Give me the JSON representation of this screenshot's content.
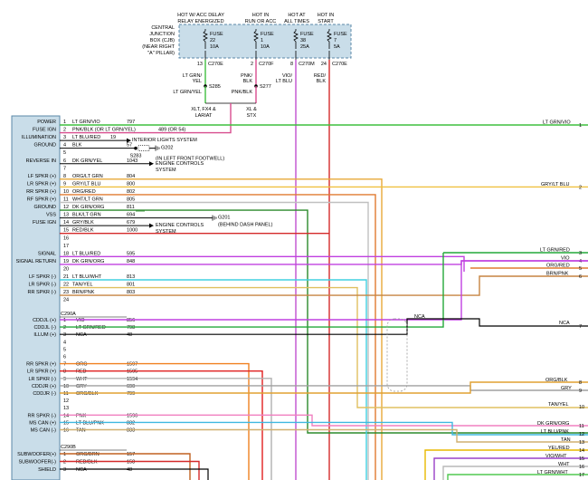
{
  "fuse_box": {
    "label_lines": [
      "CENTRAL",
      "JUNCTION",
      "BOX (CJB)",
      "(NEAR RIGHT",
      "\"A\" PILLAR)"
    ],
    "headers": [
      {
        "lines": [
          "HOT W/ ACC DELAY",
          "RELAY ENERGIZED"
        ]
      },
      {
        "lines": [
          "HOT IN",
          "RUN OR ACC"
        ]
      },
      {
        "lines": [
          "HOT AT",
          "ALL TIMES"
        ]
      },
      {
        "lines": [
          "HOT IN",
          "START"
        ]
      }
    ],
    "fuses": [
      {
        "lines": [
          "FUSE",
          "22",
          "10A"
        ]
      },
      {
        "lines": [
          "FUSE",
          "1",
          "10A"
        ]
      },
      {
        "lines": [
          "FUSE",
          "38",
          "25A"
        ]
      },
      {
        "lines": [
          "FUSE",
          "7",
          "5A"
        ]
      }
    ],
    "pins": [
      {
        "pin": "13",
        "conn": "C270E"
      },
      {
        "pin": "2",
        "conn": "C270F"
      },
      {
        "pin": "8",
        "conn": "C270M"
      },
      {
        "pin": "24",
        "conn": "C270E"
      }
    ]
  },
  "upper": {
    "w1": "LT GRN/\nYEL",
    "w1b": "LT GRN/YEL",
    "w2": "PNK/\nBLK",
    "w2b": "PNK/BLK",
    "s285": "S285",
    "s277": "S277",
    "w3": "VIO/\nLT BLU",
    "w4": "RED/\nBLK",
    "note1": "XLT, FX4 &\nLARIAT",
    "note2": "XL &\nSTX"
  },
  "left_labels": [
    "POWER",
    "FUSE IGN",
    "ILLUMINATION",
    "GROUND",
    "",
    "REVERSE IN",
    "",
    "LF SPKR (+)",
    "LR SPKR (+)",
    "RR SPKR (+)",
    "RF SPKR (+)",
    "GROUND",
    "VSS",
    "FUSE IGN",
    "",
    "",
    "SIGNAL",
    "SIGNAL RETURN",
    "",
    "LF SPKR (-)",
    "LR SPKR (-)",
    "RR SPKR (-)",
    "",
    "",
    "CDDJL (+)",
    "CDDJL (-)",
    "ILLUM (+)",
    "",
    "",
    "RR SPKR (+)",
    "LR SPKR (+)",
    "LR SPKR (-)",
    "CDDJR (+)",
    "CDDJR (-)",
    "",
    "",
    "RR SPKR (-)",
    "MS CAN (+)",
    "MS CAN (-)",
    "",
    "SUBWOOFER(+)",
    "SUBWOOFER(-)",
    "SHIELD"
  ],
  "rows": [
    {
      "pin": "1",
      "wire": "LT GRN/VIO",
      "ckt": "797"
    },
    {
      "pin": "2",
      "wire": "PNK/BLK   (OR LT GRN/YEL)",
      "ckt": "489   (OR 54)"
    },
    {
      "pin": "3",
      "wire": "LT BLU/RED",
      "ckt": "19"
    },
    {
      "pin": "4",
      "wire": "BLK",
      "ckt": "57"
    },
    {
      "pin": "5",
      "wire": "",
      "ckt": ""
    },
    {
      "pin": "6",
      "wire": "DK GRN/YEL",
      "ckt": "1043"
    },
    {
      "pin": "7",
      "wire": "",
      "ckt": ""
    },
    {
      "pin": "8",
      "wire": "ORG/LT GRN",
      "ckt": "804"
    },
    {
      "pin": "9",
      "wire": "GRY/LT BLU",
      "ckt": "800"
    },
    {
      "pin": "10",
      "wire": "ORG/RED",
      "ckt": "802"
    },
    {
      "pin": "11",
      "wire": "WHT/LT GRN",
      "ckt": "805"
    },
    {
      "pin": "12",
      "wire": "DK GRN/ORG",
      "ckt": "811"
    },
    {
      "pin": "13",
      "wire": "BLK/LT GRN",
      "ckt": "694"
    },
    {
      "pin": "14",
      "wire": "GRY/BLK",
      "ckt": "679"
    },
    {
      "pin": "15",
      "wire": "RED/BLK",
      "ckt": "1000"
    },
    {
      "pin": "16",
      "wire": "",
      "ckt": ""
    },
    {
      "pin": "17",
      "wire": "",
      "ckt": ""
    },
    {
      "pin": "18",
      "wire": "LT BLU/RED",
      "ckt": "595"
    },
    {
      "pin": "19",
      "wire": "DK GRN/ORG",
      "ckt": "848"
    },
    {
      "pin": "20",
      "wire": "",
      "ckt": ""
    },
    {
      "pin": "21",
      "wire": "LT BLU/WHT",
      "ckt": "813"
    },
    {
      "pin": "22",
      "wire": "TAN/YEL",
      "ckt": "801"
    },
    {
      "pin": "23",
      "wire": "BRN/PNK",
      "ckt": "803"
    },
    {
      "pin": "24",
      "wire": "",
      "ckt": ""
    }
  ],
  "connector_a": "C290A",
  "rows_a": [
    {
      "pin": "1",
      "wire": "VIO",
      "ckt": "856"
    },
    {
      "pin": "2",
      "wire": "LT GRN/RED",
      "ckt": "798"
    },
    {
      "pin": "3",
      "wire": "NCA",
      "ckt": "48"
    },
    {
      "pin": "4",
      "wire": "",
      "ckt": ""
    },
    {
      "pin": "5",
      "wire": "",
      "ckt": ""
    },
    {
      "pin": "6",
      "wire": "",
      "ckt": ""
    },
    {
      "pin": "7",
      "wire": "ORG",
      "ckt": "1597"
    },
    {
      "pin": "8",
      "wire": "RED",
      "ckt": "1595"
    },
    {
      "pin": "9",
      "wire": "WHT",
      "ckt": "1594"
    },
    {
      "pin": "10",
      "wire": "GRY",
      "ckt": "690"
    },
    {
      "pin": "11",
      "wire": "ORG/BLK",
      "ckt": "799"
    },
    {
      "pin": "12",
      "wire": "",
      "ckt": ""
    },
    {
      "pin": "13",
      "wire": "",
      "ckt": ""
    },
    {
      "pin": "14",
      "wire": "PNK",
      "ckt": "1596"
    },
    {
      "pin": "15",
      "wire": "LT BLU/PNK",
      "ckt": "832"
    },
    {
      "pin": "16",
      "wire": "TAN",
      "ckt": "833"
    }
  ],
  "connector_b": "C290B",
  "rows_b": [
    {
      "pin": "1",
      "wire": "ORG/BRN",
      "ckt": "157"
    },
    {
      "pin": "2",
      "wire": "RED/BLK",
      "ckt": "158"
    },
    {
      "pin": "3",
      "wire": "NCA",
      "ckt": "48"
    }
  ],
  "annotations": {
    "interior": "INTERIOR LIGHTS SYSTEM",
    "g202": "G202",
    "g202_note": "(IN LEFT FRONT FOOTWELL)",
    "s283": "S283",
    "engine1": "ENGINE CONTROLS\nSYSTEM",
    "engine2": "ENGINE CONTROLS\nSYSTEM",
    "g201": "G201",
    "g201_note": "(BEHIND DASH PANEL)",
    "nca_mid": "NCA",
    "nca_right": "NCA"
  },
  "right_labels": [
    {
      "text": "LT GRN/VIO",
      "pin": "1"
    },
    {
      "text": "GRY/LT BLU",
      "pin": "2"
    },
    {
      "text": "LT GRN/RED",
      "pin": "3"
    },
    {
      "text": "VIO",
      "pin": "4"
    },
    {
      "text": "ORG/RED",
      "pin": "5"
    },
    {
      "text": "BRN/PNK",
      "pin": "6"
    },
    {
      "text": "NCA",
      "pin": "7"
    },
    {
      "text": "ORG/BLK",
      "pin": "8"
    },
    {
      "text": "GRY",
      "pin": "9"
    },
    {
      "text": "TAN/YEL",
      "pin": "10"
    },
    {
      "text": "DK GRN/ORG",
      "pin": "11"
    },
    {
      "text": "LT BLU/PNK",
      "pin": "12"
    },
    {
      "text": "TAN",
      "pin": "13"
    },
    {
      "text": "YEL/RED",
      "pin": "14"
    },
    {
      "text": "VIO/WHT",
      "pin": "15"
    },
    {
      "text": "WHT",
      "pin": "16"
    },
    {
      "text": "LT GRN/WHT",
      "pin": "17"
    }
  ],
  "colors": {
    "fuse_box_fill": "#c9dde9",
    "connector_fill": "#c9dde9",
    "frame_line": "#5b88a8",
    "lt_grn_vio": "#3fbf3f",
    "pnk_blk": "#d84d8e",
    "red_blk": "#d42a2a",
    "vio_ltblu": "#c04fd0",
    "gry_ltblu": "#e8a030",
    "org_red": "#e07a30",
    "ltgrn_red": "#24a83a",
    "vio": "#c040e0",
    "brn_pnk": "#c68440",
    "black": "#000000",
    "org_blk": "#e0a030",
    "gry": "#a0a0a0",
    "tan_yel": "#d8b040",
    "dkgrn_org": "#2b8a2b",
    "ltblu_pnk": "#40b8e0",
    "tan": "#d0b070",
    "yel_red": "#e8b800",
    "vio_wht": "#9a40c8",
    "wht": "#b8b8b8",
    "ltgrn_wht": "#50c850",
    "red": "#e02020",
    "ltblu_wht": "#40d0e0",
    "org": "#f08020",
    "pnk": "#f080c0"
  }
}
